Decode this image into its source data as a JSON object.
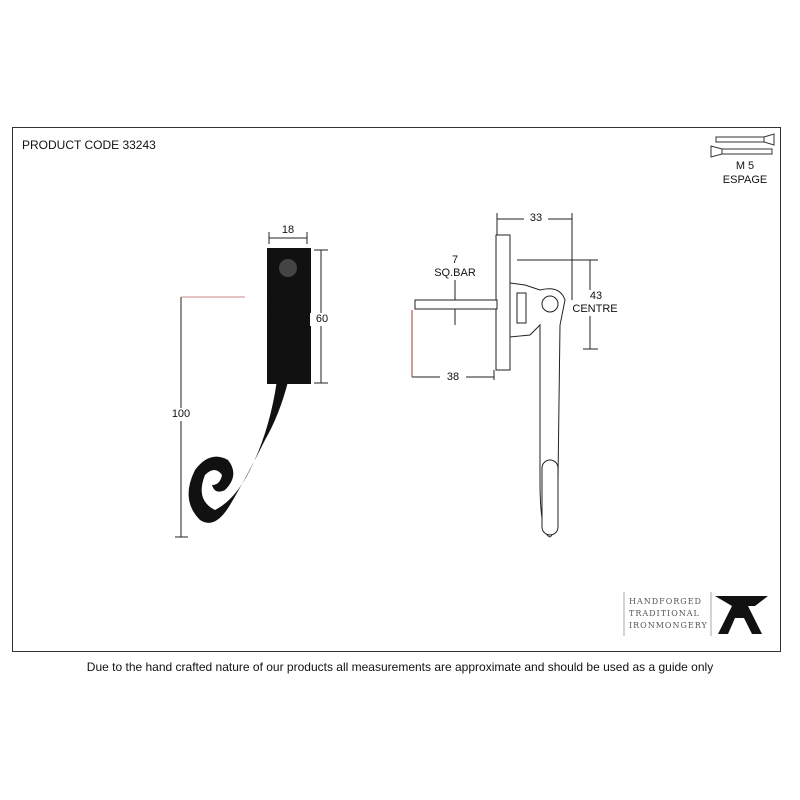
{
  "product_code": "PRODUCT CODE 33243",
  "screw": {
    "size": "M 5",
    "type": "ESPAGE"
  },
  "dimensions": {
    "width": "18",
    "plate_height": "60",
    "total_height": "100",
    "projection": "33",
    "bar_size": "7",
    "bar_label": "SQ.BAR",
    "bar_length": "38",
    "centre": "43",
    "centre_label": "CENTRE"
  },
  "brand": {
    "line1": "HANDFORGED",
    "line2": "TRADITIONAL",
    "line3": "IRONMONGERY"
  },
  "footer": "Due to the hand crafted nature of our products all measurements are approximate and should be used as a guide only",
  "colors": {
    "ink": "#111111",
    "red_arrow": "#a33333"
  }
}
